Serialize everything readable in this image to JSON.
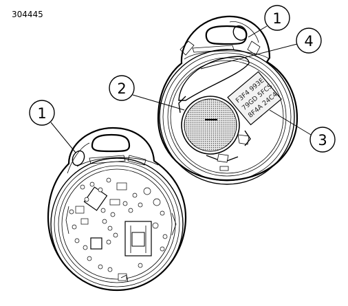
{
  "figure_id": "304445",
  "callouts": [
    {
      "label": "1"
    },
    {
      "label": "4"
    },
    {
      "label": "2"
    },
    {
      "label": "3"
    },
    {
      "label": "1"
    }
  ],
  "battery_marking": "—",
  "chip_text": [
    "F3F4 993E",
    "79GD 5FCS",
    "8F4A 24C4"
  ]
}
